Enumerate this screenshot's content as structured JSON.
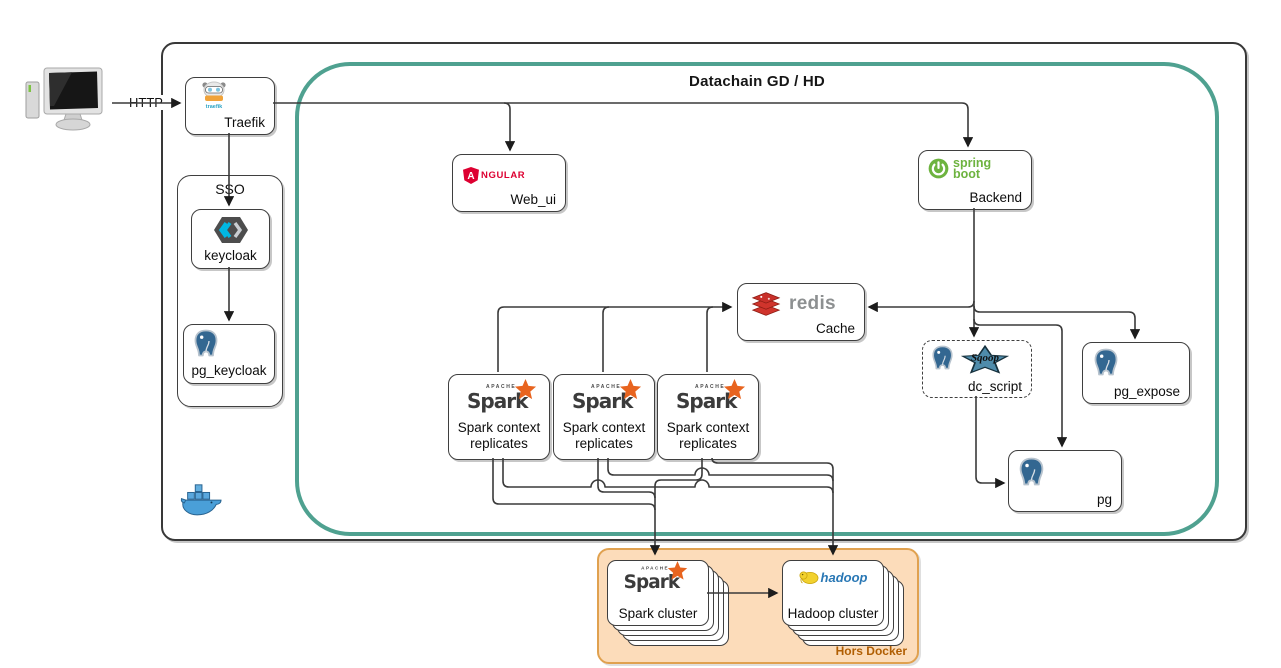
{
  "title": "Datachain GD / HD",
  "labels": {
    "http": "HTTP",
    "sso": "SSO",
    "hors_docker": "Hors Docker"
  },
  "nodes": {
    "traefik": "Traefik",
    "keycloak": "keycloak",
    "pg_keycloak": "pg_keycloak",
    "web_ui": "Web_ui",
    "backend": "Backend",
    "cache": "Cache",
    "dc_script": "dc_script",
    "pg_expose": "pg_expose",
    "pg": "pg",
    "spark_context_1": "Spark context replicates",
    "spark_context_2": "Spark context replicates",
    "spark_context_3": "Spark context replicates",
    "spark_cluster": "Spark cluster",
    "hadoop_cluster": "Hadoop cluster"
  },
  "logos": {
    "traefik": {
      "word": "traefik"
    },
    "angular": {
      "initial": "A",
      "rest": "NGULAR"
    },
    "spring": {
      "line1": "spring",
      "line2": "boot"
    },
    "redis": {
      "word": "redis"
    },
    "spark": {
      "apache": "APACHE",
      "word": "Spark"
    },
    "sqoop": {
      "word": "Sqoop"
    },
    "hadoop": {
      "word": "hadoop"
    }
  },
  "colors": {
    "teal_border": "#4fa190",
    "box_border": "#3f3f3f",
    "orange_fill": "#fcdcba",
    "orange_border": "#e0a14f",
    "hors_docker_text": "#b05e03",
    "angular_red": "#dd0031",
    "spring_green": "#6db33f",
    "redis_red": "#d0342c",
    "spark_orange": "#e8641f",
    "postgres_blue": "#336791",
    "hadoop_blue": "#2a78b5",
    "keycloak_cyan": "#00b8e3"
  },
  "edges": [
    {
      "from": "client",
      "to": "traefik",
      "label": "HTTP"
    },
    {
      "from": "traefik",
      "to": "web_ui"
    },
    {
      "from": "traefik",
      "to": "backend"
    },
    {
      "from": "traefik",
      "to": "keycloak"
    },
    {
      "from": "keycloak",
      "to": "pg_keycloak"
    },
    {
      "from": "spark_context_1",
      "to": "cache"
    },
    {
      "from": "spark_context_2",
      "to": "cache"
    },
    {
      "from": "spark_context_3",
      "to": "cache"
    },
    {
      "from": "backend",
      "to": "cache"
    },
    {
      "from": "backend",
      "to": "dc_script"
    },
    {
      "from": "backend",
      "to": "pg_expose"
    },
    {
      "from": "backend",
      "to": "pg"
    },
    {
      "from": "dc_script",
      "to": "pg"
    },
    {
      "from": "spark_context_1",
      "to": "spark_cluster"
    },
    {
      "from": "spark_context_2",
      "to": "spark_cluster"
    },
    {
      "from": "spark_context_3",
      "to": "spark_cluster"
    },
    {
      "from": "spark_context_1",
      "to": "hadoop_cluster"
    },
    {
      "from": "spark_context_2",
      "to": "hadoop_cluster"
    },
    {
      "from": "spark_context_3",
      "to": "hadoop_cluster"
    },
    {
      "from": "spark_cluster",
      "to": "hadoop_cluster"
    }
  ]
}
